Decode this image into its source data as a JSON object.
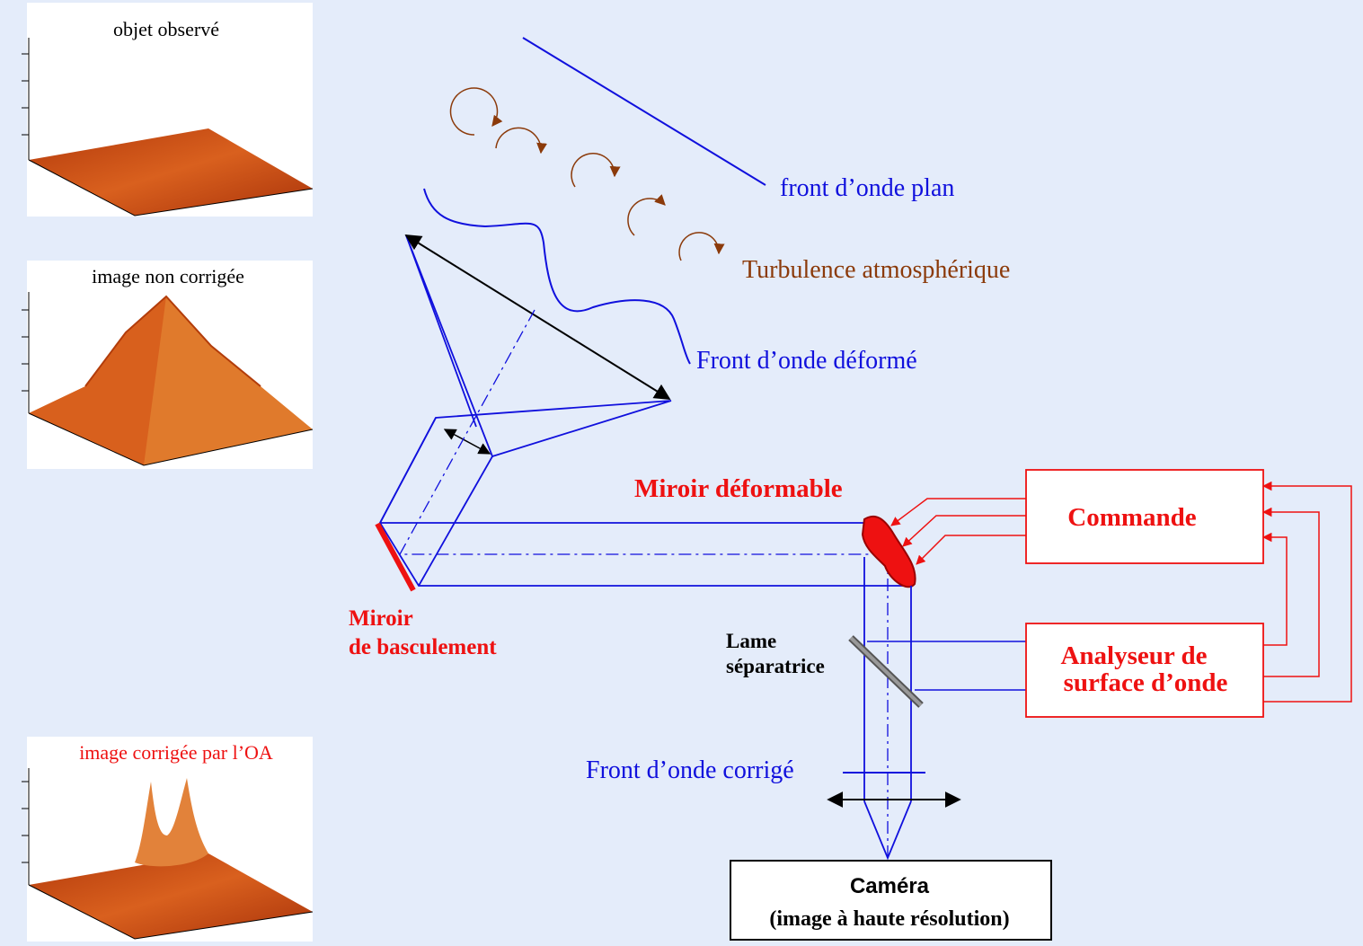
{
  "panels": {
    "observed": "objet observé",
    "uncorrected": "image non corrigée",
    "corrected": "image corrigée par l’OA"
  },
  "labels": {
    "plane_front": "front d’onde plan",
    "turbulence": "Turbulence atmosphérique",
    "deformed_front": "Front d’onde déformé",
    "deformable_mirror": "Miroir déformable",
    "tip_tilt_1": "Miroir",
    "tip_tilt_2": "de basculement",
    "splitter_1": "Lame",
    "splitter_2": "séparatrice",
    "corrected_front": "Front d’onde corrigé",
    "command": "Commande",
    "analyzer_1": "Analyseur de",
    "analyzer_2": "surface d’onde",
    "camera_1": "Caméra",
    "camera_2": "(image à haute résolution)"
  },
  "colors": {
    "background": "#e4ecfa",
    "optics_blue": "#1010dd",
    "control_red": "#ee1111",
    "turbulence_brown": "#8b3a0a",
    "surface_orange": "#d6561a"
  }
}
